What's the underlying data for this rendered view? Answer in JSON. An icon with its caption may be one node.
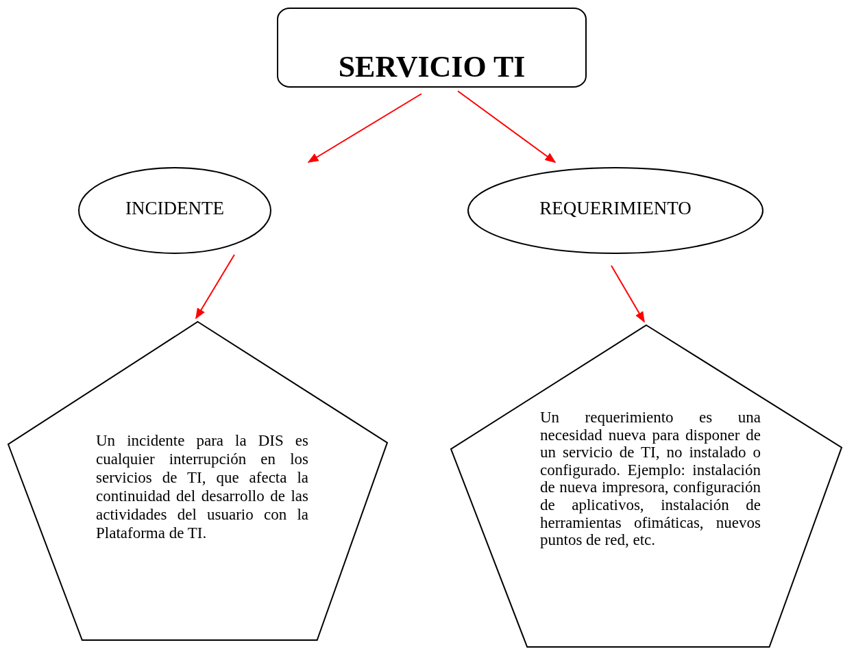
{
  "diagram": {
    "nodes": [
      {
        "text": [
          "SERVICIO TI"
        ]
      },
      {
        "text": [
          "INCIDENTE"
        ]
      },
      {
        "text": [
          "REQUERIMIENTO"
        ]
      },
      {
        "text": [
          "Un incidente para la DIS es cualquier interrupción en los servicios de TI, que afecta la continuidad del desarrollo de las actividades del usuario con la Plataforma de TI."
        ]
      },
      {
        "text": [
          "Un requerimiento es una necesidad nueva para disponer de un servicio de TI, no instalado o configurado. Ejemplo: instalación de nueva impresora, configuración de aplicativos, instalación de herramientas ofimáticas, nuevos puntos de red, etc."
        ]
      }
    ],
    "edges": [
      {
        "from": 0,
        "to": 1,
        "arrow": "to",
        "color": "#ff0000"
      },
      {
        "from": 0,
        "to": 2,
        "arrow": "to",
        "color": "#ff0000"
      },
      {
        "from": 1,
        "to": 3,
        "arrow": "to",
        "color": "#ff0000"
      },
      {
        "from": 2,
        "to": 4,
        "arrow": "to",
        "color": "#ff0000"
      }
    ]
  }
}
